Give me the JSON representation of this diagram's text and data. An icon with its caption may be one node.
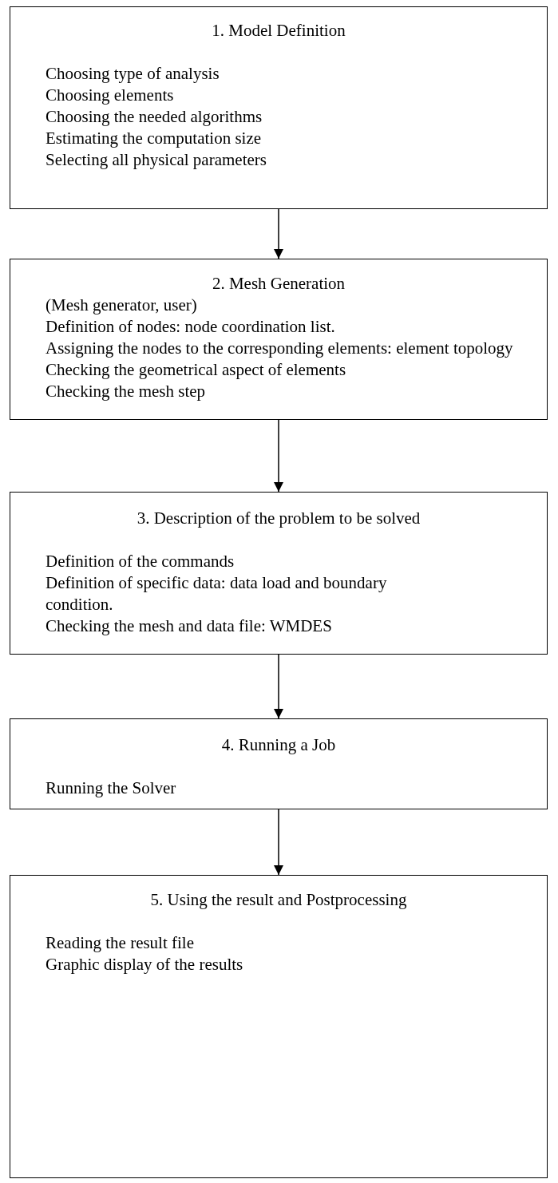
{
  "diagram": {
    "nodes": [
      {
        "text": [
          "1. Model Definition",
          "Choosing type of analysis",
          "Choosing elements",
          "Choosing the needed algorithms",
          "Estimating the computation size",
          "Selecting all physical parameters"
        ]
      },
      {
        "text": [
          "2. Mesh Generation",
          "(Mesh generator, user)",
          "Definition of nodes: node coordination list.",
          "Assigning the nodes to the corresponding elements: element topology",
          "Checking the geometrical aspect of elements",
          "Checking the mesh step"
        ]
      },
      {
        "text": [
          "3. Description of the problem to be solved",
          "Definition of the commands",
          "Definition of specific data: data load and boundary condition.",
          "Checking the mesh and data file: WMDES"
        ]
      },
      {
        "text": [
          "4. Running a Job",
          "Running the Solver"
        ]
      },
      {
        "text": [
          "5. Using the result and Postprocessing",
          "Reading the result file",
          "Graphic display of the results"
        ]
      }
    ],
    "edges": [
      {
        "from": 0,
        "to": 1,
        "arrow": "to"
      },
      {
        "from": 1,
        "to": 2,
        "arrow": "to"
      },
      {
        "from": 2,
        "to": 3,
        "arrow": "to"
      },
      {
        "from": 3,
        "to": 4,
        "arrow": "to"
      }
    ]
  }
}
